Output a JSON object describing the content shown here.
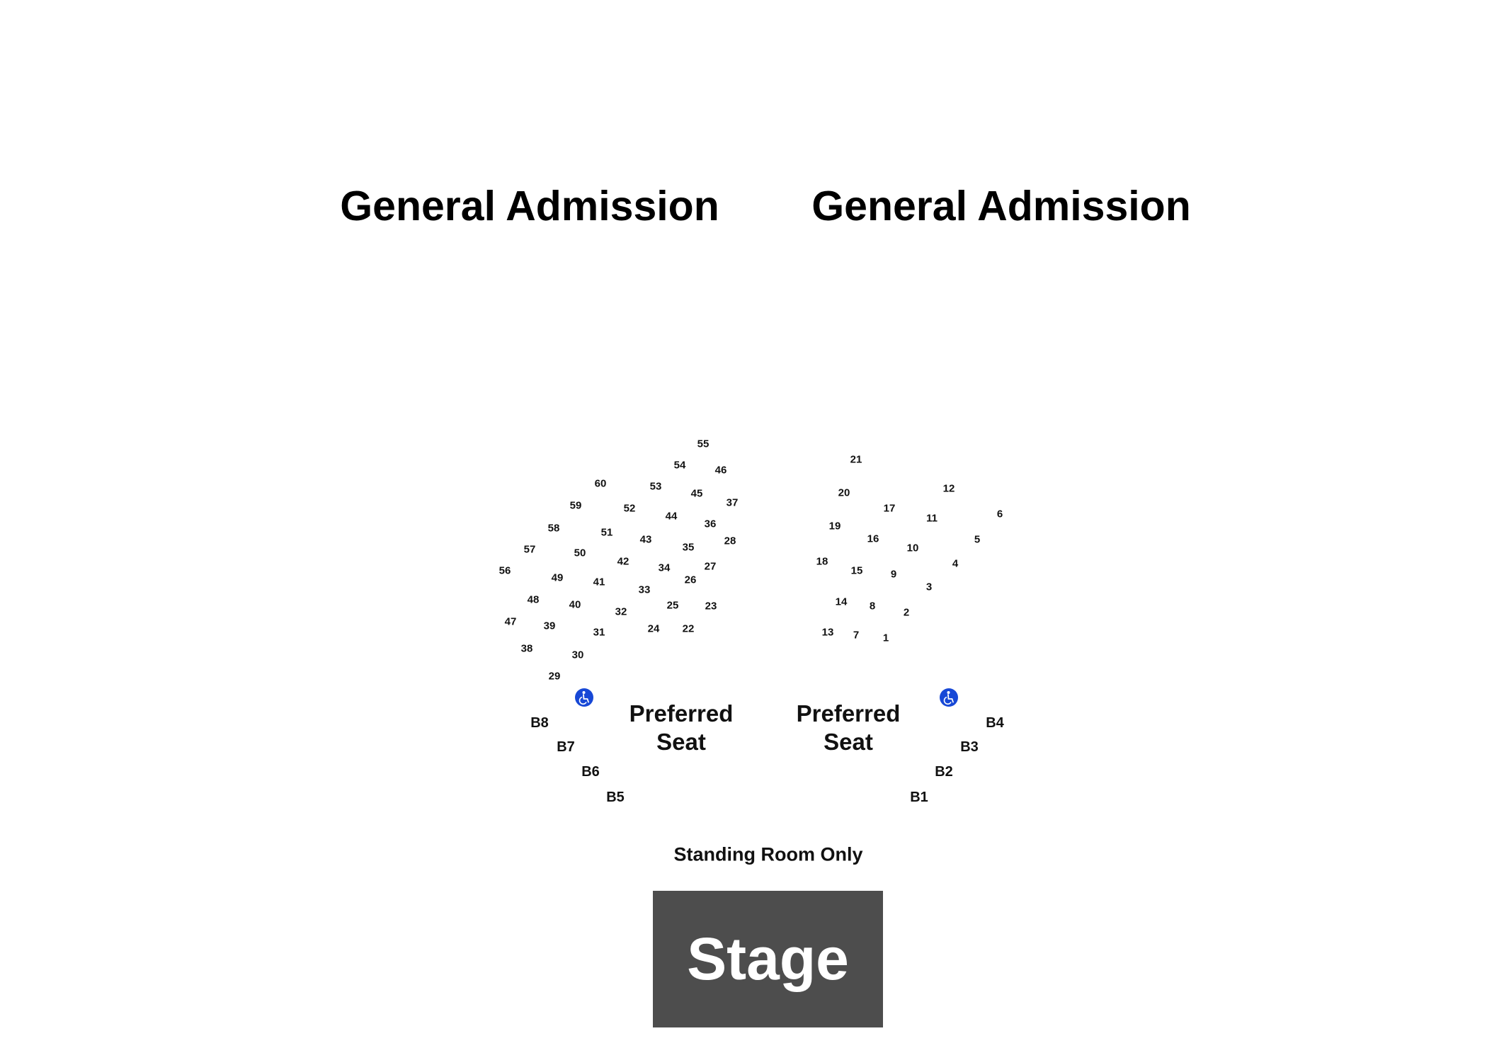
{
  "sections": {
    "general_admission_left": "General Admission",
    "general_admission_right": "General Admission",
    "preferred_left": [
      "Preferred",
      "Seat"
    ],
    "preferred_right": [
      "Preferred",
      "Seat"
    ],
    "standing_room": "Standing Room Only",
    "stage": "Stage"
  },
  "icons": {
    "accessibility": "wheelchair-icon",
    "accessibility_color": "#1748d6"
  },
  "colors": {
    "stage_fill": "#4d4d4d",
    "stage_text": "#ffffff"
  },
  "seats": [
    "1",
    "2",
    "3",
    "4",
    "5",
    "6",
    "7",
    "8",
    "9",
    "10",
    "11",
    "12",
    "13",
    "14",
    "15",
    "16",
    "17",
    "18",
    "19",
    "20",
    "21",
    "22",
    "23",
    "24",
    "25",
    "26",
    "27",
    "28",
    "29",
    "30",
    "31",
    "32",
    "33",
    "34",
    "35",
    "36",
    "37",
    "38",
    "39",
    "40",
    "41",
    "42",
    "43",
    "44",
    "45",
    "46",
    "47",
    "48",
    "49",
    "50",
    "51",
    "52",
    "53",
    "54",
    "55",
    "56",
    "57",
    "58",
    "59",
    "60"
  ],
  "boxes": [
    "B1",
    "B2",
    "B3",
    "B4",
    "B5",
    "B6",
    "B7",
    "B8"
  ]
}
